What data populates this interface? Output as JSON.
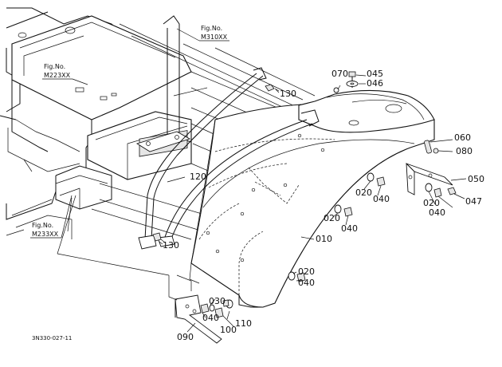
{
  "figure_refs": [
    {
      "label": "Fig.No.",
      "value": "M310XX"
    },
    {
      "label": "Fig.No.",
      "value": "M223XX"
    },
    {
      "label": "Fig.No.",
      "value": "M233XX"
    }
  ],
  "parts": [
    "130",
    "120",
    "130",
    "010",
    "070",
    "045",
    "046",
    "060",
    "080",
    "050",
    "020",
    "040",
    "020",
    "040",
    "047",
    "020",
    "040",
    "020",
    "040",
    "030",
    "040",
    "110",
    "100",
    "090"
  ],
  "drawing_code": "3N330-027-11"
}
